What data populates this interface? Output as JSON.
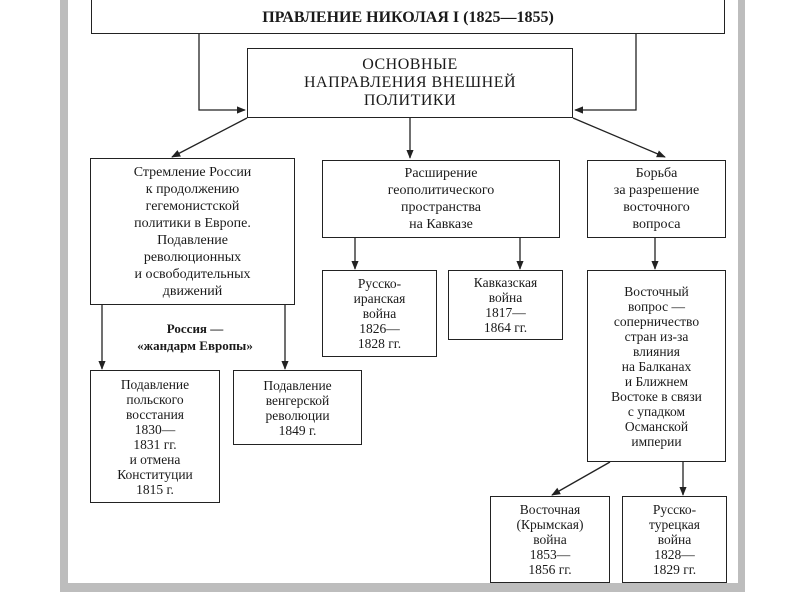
{
  "title": "ПРАВЛЕНИЕ НИКОЛАЯ I (1825—1855)",
  "main": "ОСНОВНЫЕ\nНАПРАВЛЕНИЯ ВНЕШНЕЙ\nПОЛИТИКИ",
  "directions": {
    "europe": "Стремление России\nк продолжению\nгегемонистской\nполитики в Европе.\nПодавление\nреволюционных\nи освободительных\nдвижений",
    "caucasus": "Расширение\nгеополитического\nпространства\nна Кавказе",
    "eastern": "Борьба\nза разрешение\nвосточного\nвопроса"
  },
  "gendarme_label": "Россия —\n«жандарм Европы»",
  "events": {
    "polish": "Подавление\nпольского\nвосстания\n1830—\n1831 гг.\nи отмена\nКонституции\n1815 г.",
    "hungarian": "Подавление\nвенгерской\nреволюции\n1849 г.",
    "persian": "Русско-\nиранская\nвойна\n1826—\n1828 гг.",
    "caucasian": "Кавказская\nвойна\n1817—\n1864 гг.",
    "eastern_question": "Восточный\nвопрос —\nсоперничество\nстран из-за\nвлияния\nна Балканах\nи Ближнем\nВостоке в связи\nс упадком\nОсманской\nимперии",
    "crimean": "Восточная\n(Крымская)\nвойна\n1853—\n1856 гг.",
    "turkish": "Русско-\nтурецкая\nвойна\n1828—\n1829 гг."
  }
}
